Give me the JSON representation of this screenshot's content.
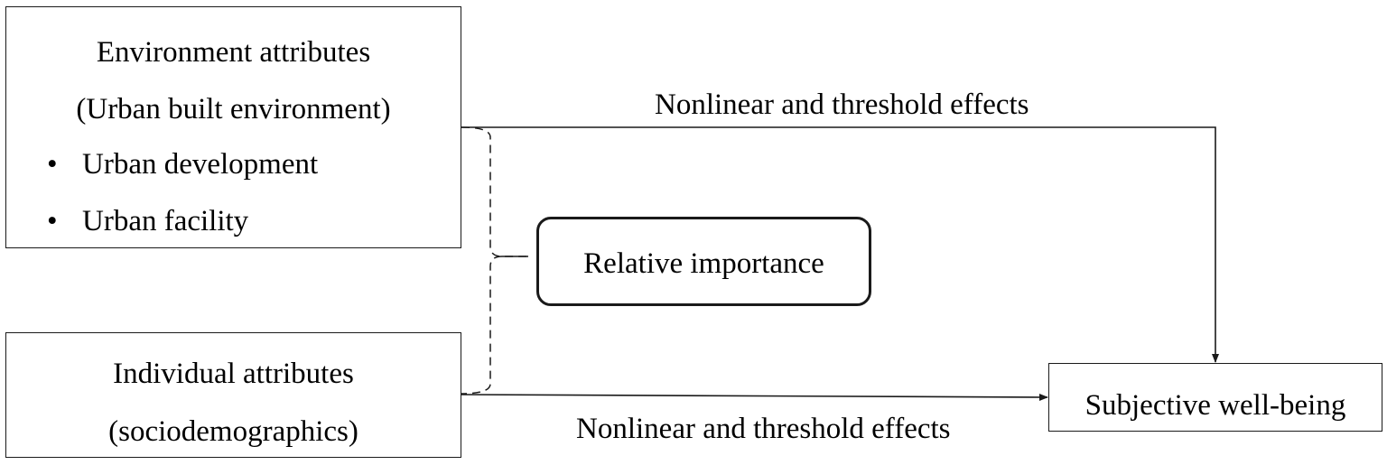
{
  "environment": {
    "title": "Environment attributes",
    "subtitle": "(Urban built environment)",
    "items": [
      "Urban development",
      "Urban facility"
    ],
    "bullet": "•"
  },
  "individual": {
    "title": "Individual attributes",
    "subtitle": "(sociodemographics)"
  },
  "relative_importance": "Relative importance",
  "outcome": "Subjective well-being",
  "edges": {
    "top_label": "Nonlinear and threshold effects",
    "bottom_label": "Nonlinear and threshold effects"
  }
}
